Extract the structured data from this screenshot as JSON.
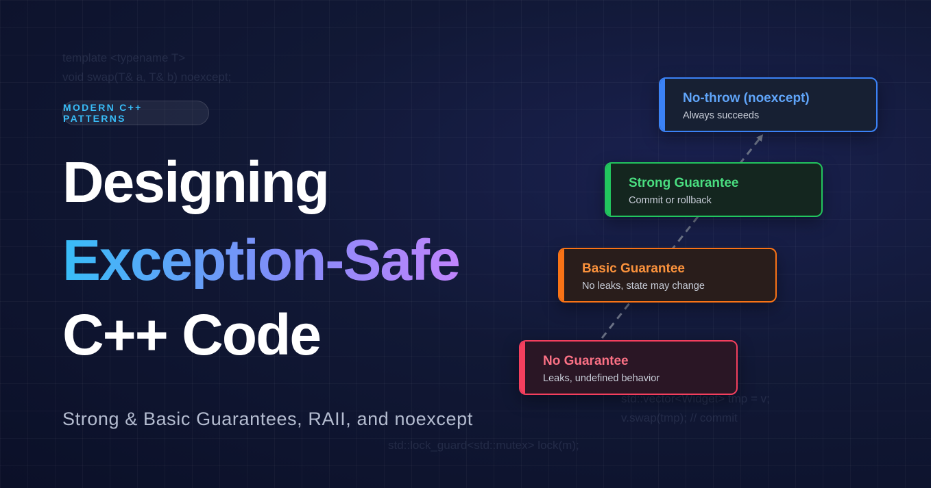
{
  "background_code": {
    "line1": "template <typename T>",
    "line2": "void swap(T& a, T& b) noexcept;",
    "line3": "std::vector<Widget> tmp = v;",
    "line4": "v.swap(tmp); // commit",
    "line5": "std::lock_guard<std::mutex> lock(m);"
  },
  "badge": "MODERN C++ PATTERNS",
  "title": {
    "line1": "Designing",
    "line2": "Exception-Safe",
    "line3": "C++ Code"
  },
  "subtitle": "Strong & Basic Guarantees, RAII, and noexcept",
  "guarantees": [
    {
      "title": "No-throw (noexcept)",
      "description": "Always succeeds",
      "color": "#3b82f6",
      "title_color": "#60a5fa"
    },
    {
      "title": "Strong Guarantee",
      "description": "Commit or rollback",
      "color": "#22c55e",
      "title_color": "#4ade80"
    },
    {
      "title": "Basic Guarantee",
      "description": "No leaks, state may change",
      "color": "#f97316",
      "title_color": "#fb923c"
    },
    {
      "title": "No Guarantee",
      "description": "Leaks, undefined behavior",
      "color": "#f43f5e",
      "title_color": "#fb7185"
    }
  ]
}
